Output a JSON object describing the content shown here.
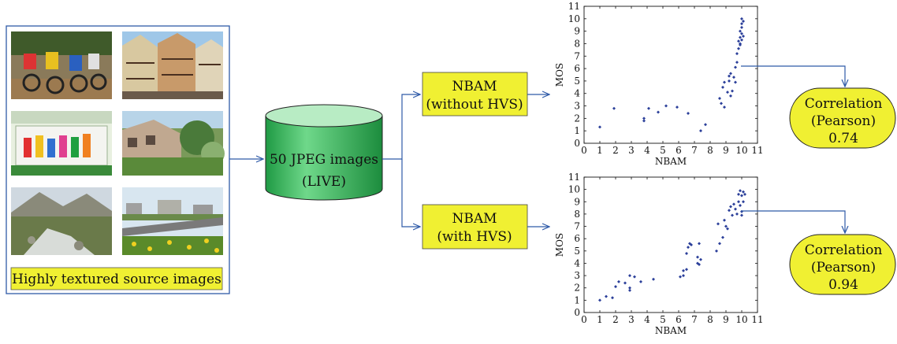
{
  "source_box": {
    "caption": "Highly textured source images",
    "thumbnails": [
      "motocross-photo",
      "timber-houses-photo",
      "festival-stage-photo",
      "street-houses-photo",
      "mountain-stream-photo",
      "roadside-flowers-photo"
    ]
  },
  "database": {
    "line1": "50 JPEG images",
    "line2": "(LIVE)"
  },
  "methods": [
    {
      "line1": "NBAM",
      "line2": "(without HVS)"
    },
    {
      "line1": "NBAM",
      "line2": "(with HVS)"
    }
  ],
  "results": [
    {
      "line1": "Correlation",
      "line2": "(Pearson)",
      "value": "0.74"
    },
    {
      "line1": "Correlation",
      "line2": "(Pearson)",
      "value": "0.94"
    }
  ],
  "colors": {
    "box_fill": "#f0f032",
    "cylinder": "#2db552",
    "arrow": "#2f5aa8",
    "marker": "#2b3f9a"
  },
  "chart_data": [
    {
      "type": "scatter",
      "xlabel": "NBAM",
      "ylabel": "MOS",
      "xlim": [
        0,
        11
      ],
      "ylim": [
        0,
        11
      ],
      "xticks": [
        "0",
        "1",
        "2",
        "3",
        "4",
        "5",
        "6",
        "7",
        "8",
        "9",
        "10",
        "11"
      ],
      "yticks": [
        "0",
        "1",
        "2",
        "3",
        "4",
        "5",
        "6",
        "7",
        "8",
        "9",
        "10",
        "11"
      ],
      "points": [
        [
          1,
          1.3
        ],
        [
          1.9,
          2.8
        ],
        [
          3.8,
          2.0
        ],
        [
          3.8,
          1.8
        ],
        [
          4.1,
          2.8
        ],
        [
          4.7,
          2.5
        ],
        [
          5.2,
          3.0
        ],
        [
          5.9,
          2.9
        ],
        [
          6.6,
          2.4
        ],
        [
          7.4,
          1.0
        ],
        [
          7.7,
          1.5
        ],
        [
          8.6,
          3.6
        ],
        [
          8.7,
          3.2
        ],
        [
          8.8,
          4.5
        ],
        [
          8.9,
          2.9
        ],
        [
          8.9,
          4.9
        ],
        [
          9.1,
          4.1
        ],
        [
          9.2,
          5.4
        ],
        [
          9.2,
          5.0
        ],
        [
          9.3,
          3.8
        ],
        [
          9.3,
          5.6
        ],
        [
          9.4,
          4.2
        ],
        [
          9.5,
          5.3
        ],
        [
          9.6,
          4.9
        ],
        [
          9.6,
          6.1
        ],
        [
          9.7,
          6.5
        ],
        [
          9.7,
          7.2
        ],
        [
          9.8,
          7.6
        ],
        [
          9.8,
          8.2
        ],
        [
          9.9,
          8.0
        ],
        [
          9.9,
          8.5
        ],
        [
          9.9,
          9.0
        ],
        [
          10.0,
          8.8
        ],
        [
          10.0,
          9.3
        ],
        [
          10.0,
          8.3
        ],
        [
          10.0,
          9.6
        ],
        [
          10.1,
          9.8
        ],
        [
          10.1,
          8.6
        ],
        [
          9.9,
          7.9
        ],
        [
          10.0,
          10.0
        ]
      ]
    },
    {
      "type": "scatter",
      "xlabel": "NBAM",
      "ylabel": "MOS",
      "xlim": [
        0,
        11
      ],
      "ylim": [
        0,
        11
      ],
      "xticks": [
        "0",
        "1",
        "2",
        "3",
        "4",
        "5",
        "6",
        "7",
        "8",
        "9",
        "10",
        "11"
      ],
      "yticks": [
        "0",
        "1",
        "2",
        "3",
        "4",
        "5",
        "6",
        "7",
        "8",
        "9",
        "10",
        "11"
      ],
      "points": [
        [
          1,
          1.0
        ],
        [
          1.4,
          1.3
        ],
        [
          1.8,
          1.2
        ],
        [
          2.0,
          2.1
        ],
        [
          2.2,
          2.5
        ],
        [
          2.6,
          2.4
        ],
        [
          2.9,
          1.8
        ],
        [
          2.9,
          2.0
        ],
        [
          2.9,
          3.0
        ],
        [
          3.2,
          2.9
        ],
        [
          3.6,
          2.5
        ],
        [
          4.4,
          2.7
        ],
        [
          6.1,
          2.9
        ],
        [
          6.3,
          3.0
        ],
        [
          6.3,
          3.4
        ],
        [
          6.5,
          3.5
        ],
        [
          6.5,
          4.8
        ],
        [
          6.6,
          5.3
        ],
        [
          6.7,
          5.6
        ],
        [
          6.8,
          5.5
        ],
        [
          7.2,
          4.0
        ],
        [
          7.2,
          4.5
        ],
        [
          7.3,
          3.9
        ],
        [
          7.4,
          4.3
        ],
        [
          7.3,
          5.6
        ],
        [
          8.4,
          5.0
        ],
        [
          8.5,
          7.2
        ],
        [
          8.6,
          5.6
        ],
        [
          8.8,
          6.1
        ],
        [
          8.9,
          7.5
        ],
        [
          9.0,
          7.0
        ],
        [
          9.1,
          6.8
        ],
        [
          9.2,
          8.3
        ],
        [
          9.3,
          8.6
        ],
        [
          9.4,
          7.9
        ],
        [
          9.5,
          8.8
        ],
        [
          9.6,
          8.4
        ],
        [
          9.7,
          8.0
        ],
        [
          9.8,
          9.0
        ],
        [
          9.8,
          9.6
        ],
        [
          9.9,
          8.7
        ],
        [
          9.9,
          9.9
        ],
        [
          10.0,
          9.5
        ],
        [
          10.0,
          8.2
        ],
        [
          10.1,
          9.8
        ],
        [
          10.1,
          9.0
        ],
        [
          10.0,
          7.9
        ],
        [
          10.2,
          9.6
        ]
      ]
    }
  ]
}
